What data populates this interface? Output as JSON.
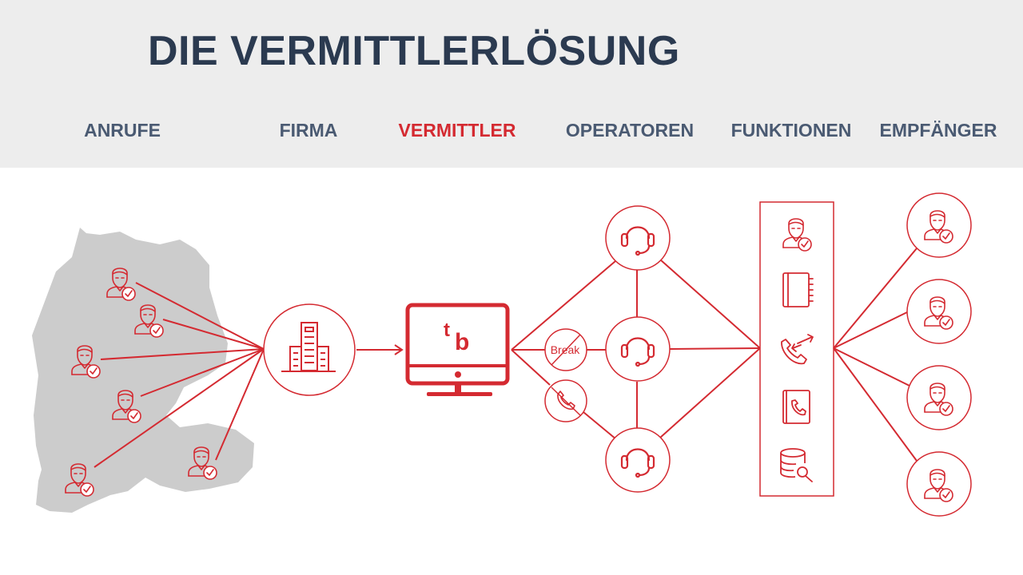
{
  "title": "DIE VERMITTLERLÖSUNG",
  "nav": {
    "tabs": [
      {
        "label": "ANRUFE"
      },
      {
        "label": "FIRMA"
      },
      {
        "label": "VERMITTLER",
        "active": true
      },
      {
        "label": "OPERATOREN"
      },
      {
        "label": "FUNKTIONEN"
      },
      {
        "label": "EMPFÄNGER"
      }
    ]
  },
  "diagram": {
    "break_label": "Break",
    "logo": {
      "t": "t",
      "b": "b"
    },
    "feature_icons": [
      "user-check-icon",
      "notebook-icon",
      "call-transfer-icon",
      "phonebook-icon",
      "database-search-icon"
    ],
    "operator_icons": [
      "headset-icon",
      "headset-icon",
      "headset-icon"
    ],
    "recipient_icons": [
      "user-check-icon",
      "user-check-icon",
      "user-check-icon",
      "user-check-icon"
    ]
  },
  "colors": {
    "accent": "#d42a31",
    "title": "#2b3a50",
    "nav": "#4a5a72",
    "header_bg": "#ededed",
    "map": "#cccccc"
  }
}
